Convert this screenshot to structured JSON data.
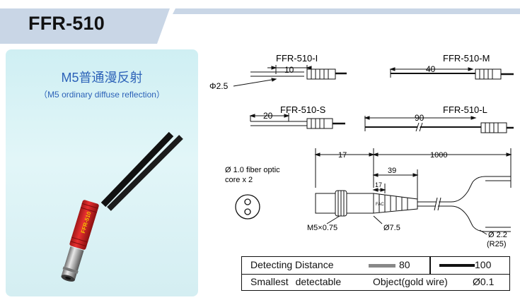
{
  "header": {
    "title": "FFR-510"
  },
  "photo": {
    "title_cn": "M5普通漫反射",
    "title_en": "（M5 ordinary diffuse reflection）",
    "sleeve_text": "FFR-510"
  },
  "models": {
    "i": {
      "name": "FFR-510-I",
      "dim": "10",
      "dia": "Φ2.5"
    },
    "m": {
      "name": "FFR-510-M",
      "dim": "40"
    },
    "s": {
      "name": "FFR-510-S",
      "dim": "20"
    },
    "l": {
      "name": "FFR-510-L",
      "dim": "90"
    }
  },
  "detail": {
    "core_line1": "Ø 1.0 fiber optic",
    "core_line2": "core x 2",
    "dim_17": "17",
    "dim_1000": "1000",
    "dim_39": "39",
    "dim_17b": "17",
    "thread": "M5×0.75",
    "sleeve_dia": "Ø7.5",
    "end_dia": "Ø 2.2",
    "radius": "(R25)",
    "fac": "FAC"
  },
  "spec": {
    "detect_label": "Detecting Distance",
    "detect_val1": "80",
    "detect_val2": "100",
    "small_label": "Smallest detectable",
    "object_label": "Object(gold wire)",
    "object_val": "Ø0.1"
  }
}
